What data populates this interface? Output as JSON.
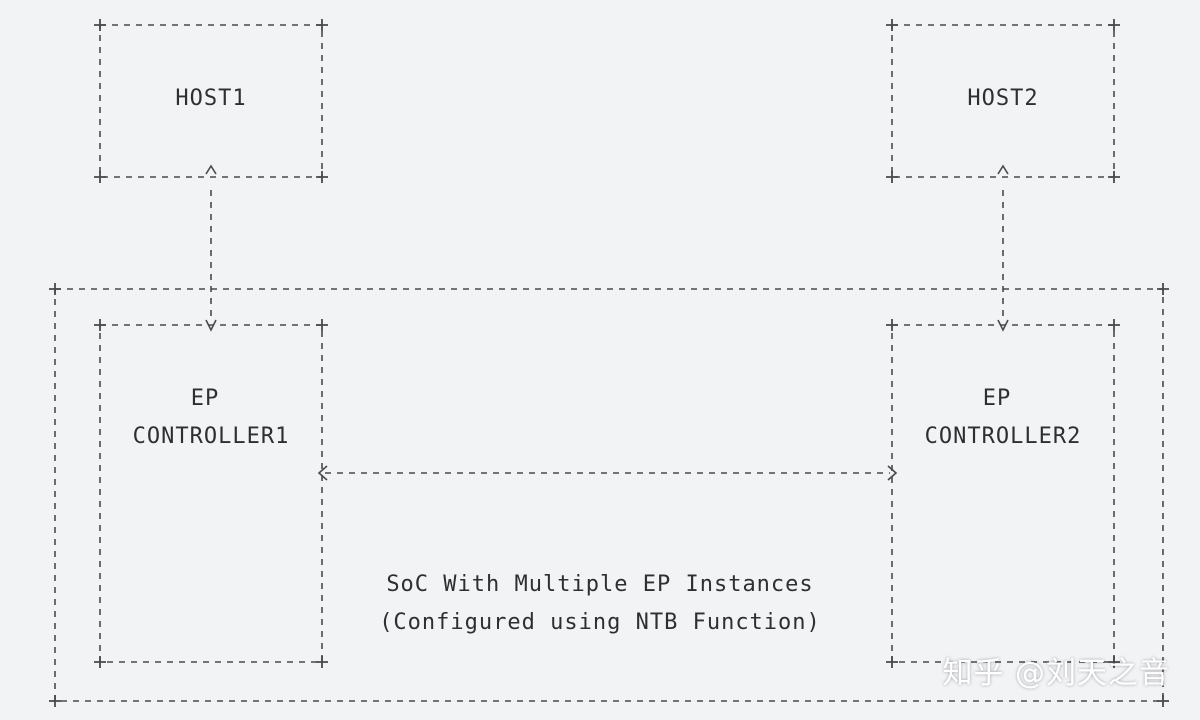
{
  "host1_label": "HOST1",
  "host2_label": "HOST2",
  "ep1_line1": "EP",
  "ep1_line2": "CONTROLLER1",
  "ep2_line1": "EP",
  "ep2_line2": "CONTROLLER2",
  "soc_line1": "SoC With Multiple EP Instances",
  "soc_line2": "(Configured using NTB Function)",
  "watermark": "知乎 @刘天之音",
  "colors": {
    "background": "#f2f3f5",
    "line": "#4a4a4a",
    "text": "#2f2f2f"
  }
}
